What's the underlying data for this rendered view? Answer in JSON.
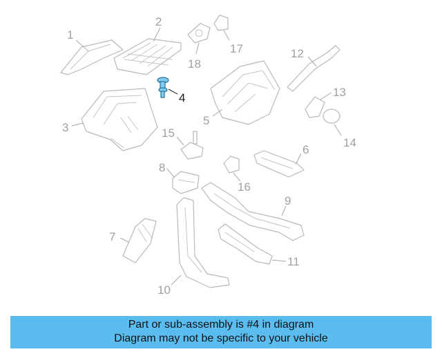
{
  "diagram": {
    "callouts": [
      "1",
      "2",
      "3",
      "4",
      "5",
      "6",
      "7",
      "8",
      "9",
      "10",
      "11",
      "12",
      "13",
      "14",
      "15",
      "16",
      "17",
      "18"
    ],
    "highlighted_part": "4",
    "highlight_color": "#7fcdf0",
    "line_color": "#b8b8b8"
  },
  "banner": {
    "line1": "Part or sub-assembly is #4 in diagram",
    "line2": "Diagram may not be specific to your vehicle",
    "background": "#5bbcf0"
  }
}
